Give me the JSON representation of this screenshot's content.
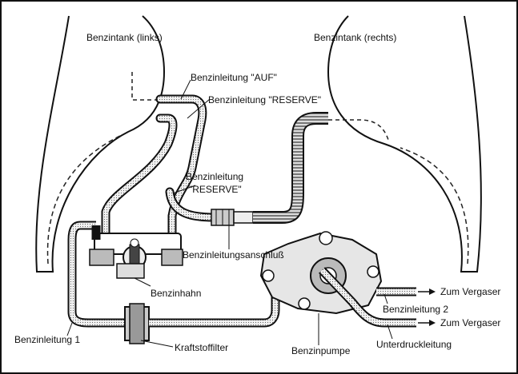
{
  "labels": {
    "tank_left": "Benzintank (links)",
    "tank_right": "Benzintank (rechts)",
    "line_auf": "Benzinleitung \"AUF\"",
    "line_reserve_top": "Benzinleitung \"RESERVE\"",
    "line_reserve_mid_1": "Benzinleitung",
    "line_reserve_mid_2": "\"RESERVE\"",
    "connector": "Benzinleitungsanschluß",
    "fuel_tap": "Benzinhahn",
    "carb_1": "Zum Vergaser",
    "carb_2": "Zum Vergaser",
    "fuel_line_2": "Benzinleitung 2",
    "fuel_line_1": "Benzinleitung 1",
    "fuel_filter": "Kraftstoffilter",
    "fuel_pump": "Benzinpumpe",
    "vacuum_line": "Unterdruckleitung"
  }
}
